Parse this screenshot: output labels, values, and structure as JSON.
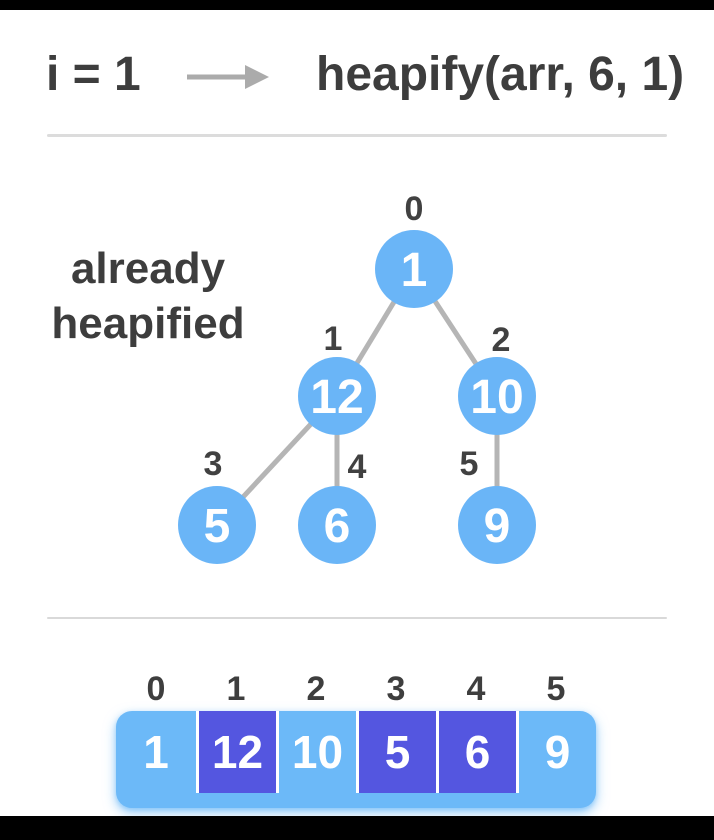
{
  "title": "Heapify step diagram",
  "header": {
    "iterator_label": "i = 1",
    "arrow_icon": "right-arrow",
    "call_label": "heapify(arr, 6, 1)"
  },
  "tree": {
    "annotation_line1": "already",
    "annotation_line2": "heapified",
    "nodes": [
      {
        "index": "0",
        "value": "1"
      },
      {
        "index": "1",
        "value": "12"
      },
      {
        "index": "2",
        "value": "10"
      },
      {
        "index": "3",
        "value": "5"
      },
      {
        "index": "4",
        "value": "6"
      },
      {
        "index": "5",
        "value": "9"
      }
    ],
    "edges": [
      [
        0,
        1
      ],
      [
        0,
        2
      ],
      [
        1,
        3
      ],
      [
        1,
        4
      ],
      [
        2,
        5
      ]
    ]
  },
  "array": {
    "indices": [
      "0",
      "1",
      "2",
      "3",
      "4",
      "5"
    ],
    "cells": [
      {
        "value": "1",
        "highlighted": false
      },
      {
        "value": "12",
        "highlighted": true
      },
      {
        "value": "10",
        "highlighted": false
      },
      {
        "value": "5",
        "highlighted": true
      },
      {
        "value": "6",
        "highlighted": true
      },
      {
        "value": "9",
        "highlighted": false
      }
    ]
  },
  "colors": {
    "node_blue": "#6ab5f7",
    "array_blue": "#6cb9f8",
    "highlight_purple": "#5456e0",
    "dark_text": "#3d3d3d",
    "index_gray": "#414141",
    "edge_gray": "#b5b5b5",
    "arrow_gray": "#ababab",
    "divider_gray": "#dcdcdc",
    "cell_text_white": "#ffffff",
    "letterbox_black": "#000000"
  }
}
